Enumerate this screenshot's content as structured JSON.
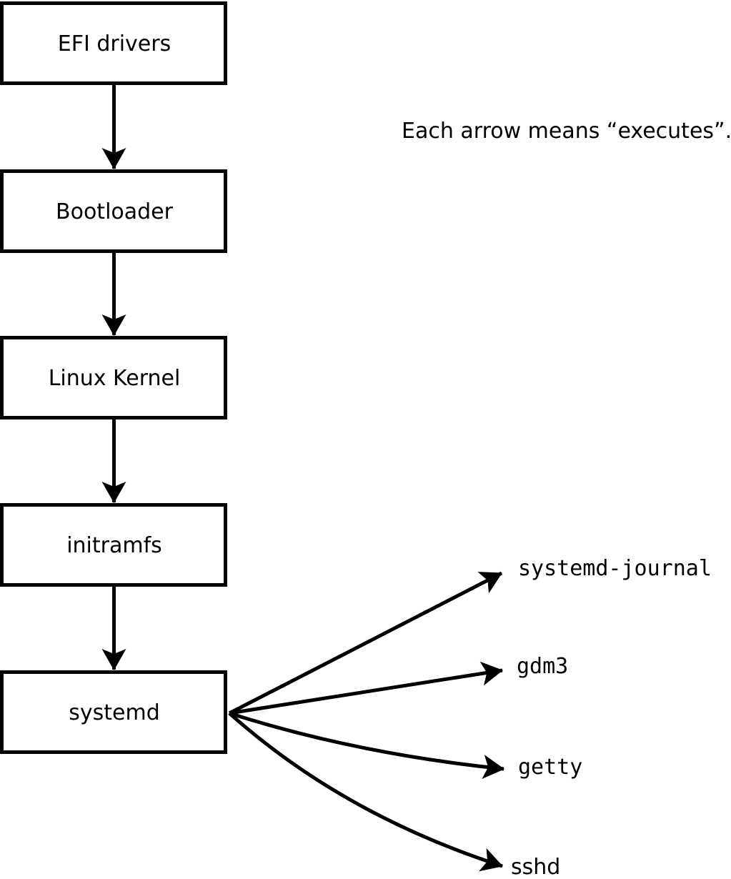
{
  "diagram": {
    "caption": "Each arrow means “executes”.",
    "chain": [
      {
        "label": "EFI drivers"
      },
      {
        "label": "Bootloader"
      },
      {
        "label": "Linux Kernel"
      },
      {
        "label": "initramfs"
      },
      {
        "label": "systemd"
      }
    ],
    "spawned": [
      {
        "label": "systemd-journal"
      },
      {
        "label": "gdm3"
      },
      {
        "label": "getty"
      },
      {
        "label": "sshd"
      }
    ],
    "colors": {
      "line": "#000000",
      "background": "#ffffff",
      "box_fill": "#ffffff"
    }
  }
}
